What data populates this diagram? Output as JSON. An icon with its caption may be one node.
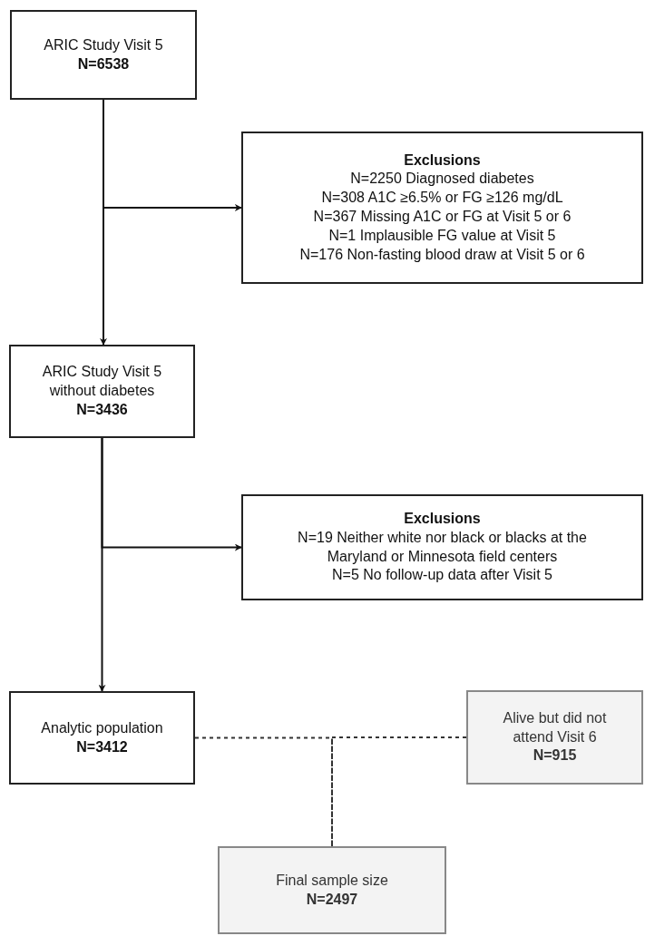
{
  "diagram": {
    "nodes": [
      {
        "text": [
          "ARIC Study Visit 5",
          "N=6538"
        ]
      },
      {
        "text": [
          "Exclusions",
          "N=2250 Diagnosed diabetes",
          "N=308 A1C ≥6.5% or FG ≥126 mg/dL",
          "N=367 Missing A1C or FG at Visit 5 or 6",
          "N=1 Implausible FG value at Visit 5",
          "N=176 Non-fasting blood draw at Visit 5 or 6"
        ]
      },
      {
        "text": [
          "ARIC Study Visit 5 without diabetes",
          "N=3436"
        ]
      },
      {
        "text": [
          "Exclusions",
          "N=19 Neither white nor black or blacks at the Maryland or Minnesota field centers",
          "N=5 No follow-up data after Visit 5"
        ]
      },
      {
        "text": [
          "Analytic population",
          "N=3412"
        ]
      },
      {
        "text": [
          "Alive but did not attend Visit 6",
          "N=915"
        ]
      },
      {
        "text": [
          "Final sample size",
          "N=2497"
        ]
      }
    ],
    "edges": [
      {
        "from": 0,
        "to": 2,
        "arrow": "to"
      },
      {
        "from": 0,
        "to": 1,
        "arrow": "to"
      },
      {
        "from": 2,
        "to": 4,
        "arrow": "to"
      },
      {
        "from": 2,
        "to": 3,
        "arrow": "to"
      },
      {
        "from": 4,
        "to": 6,
        "arrow": "none",
        "style": "dashed"
      },
      {
        "from": 5,
        "to": 6,
        "arrow": "none",
        "style": "dashed"
      }
    ]
  }
}
